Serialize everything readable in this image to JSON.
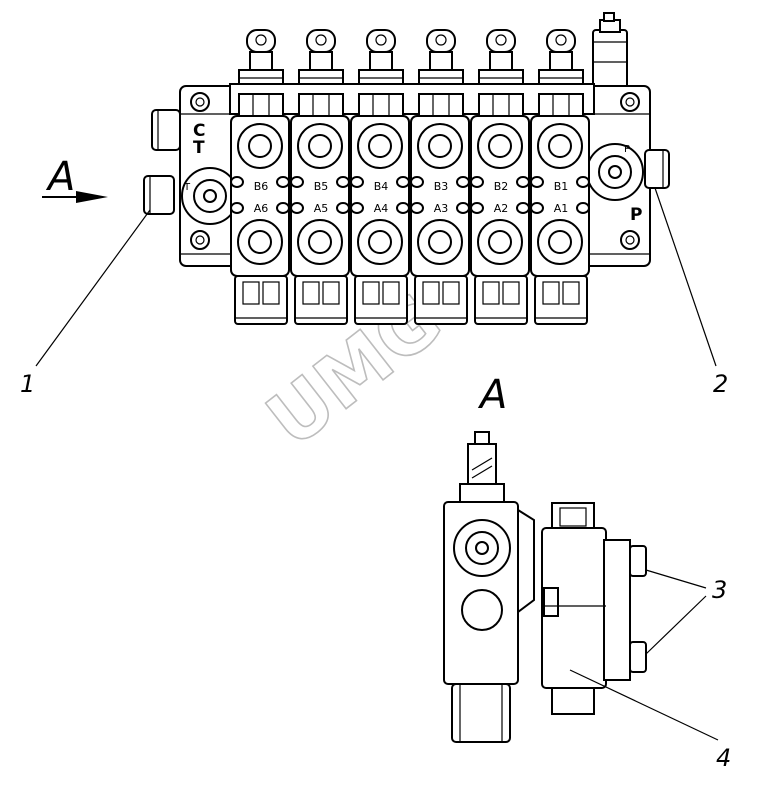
{
  "view_arrow_letter": "A",
  "view_title": "A",
  "watermark": "UMG",
  "body_letters": {
    "c": "C",
    "t": "T",
    "p": "P",
    "t_small": "T",
    "p_small": "P"
  },
  "ports_b": [
    "B6",
    "B5",
    "B4",
    "B3",
    "B2",
    "B1"
  ],
  "ports_a": [
    "A6",
    "A5",
    "A4",
    "A3",
    "A2",
    "A1"
  ],
  "callouts": {
    "c1": "1",
    "c2": "2",
    "c3": "3",
    "c4": "4"
  }
}
